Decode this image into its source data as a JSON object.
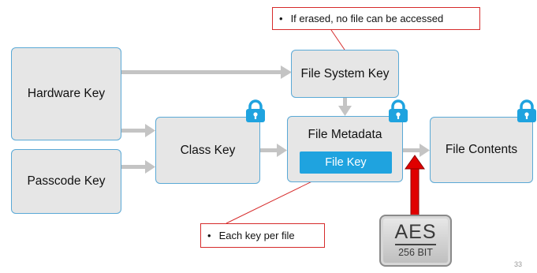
{
  "nodes": {
    "hardware_key": "Hardware Key",
    "passcode_key": "Passcode Key",
    "class_key": "Class Key",
    "file_system_key": "File System Key",
    "file_metadata": "File Metadata",
    "file_key": "File Key",
    "file_contents": "File Contents"
  },
  "callouts": {
    "erased": "If erased, no file can be accessed",
    "per_file": "Each key per file",
    "bullet": "•"
  },
  "aes_badge": {
    "title": "AES",
    "subtitle": "256 BIT"
  },
  "page_number": "33",
  "colors": {
    "box_fill": "#e6e6e6",
    "box_border": "#5aa9d6",
    "arrow": "#c4c4c4",
    "accent": "#1fa3df",
    "callout_border": "#d62b2b",
    "red_arrow": "#e00000"
  },
  "icons": [
    "lock-icon",
    "lock-icon",
    "lock-icon"
  ]
}
